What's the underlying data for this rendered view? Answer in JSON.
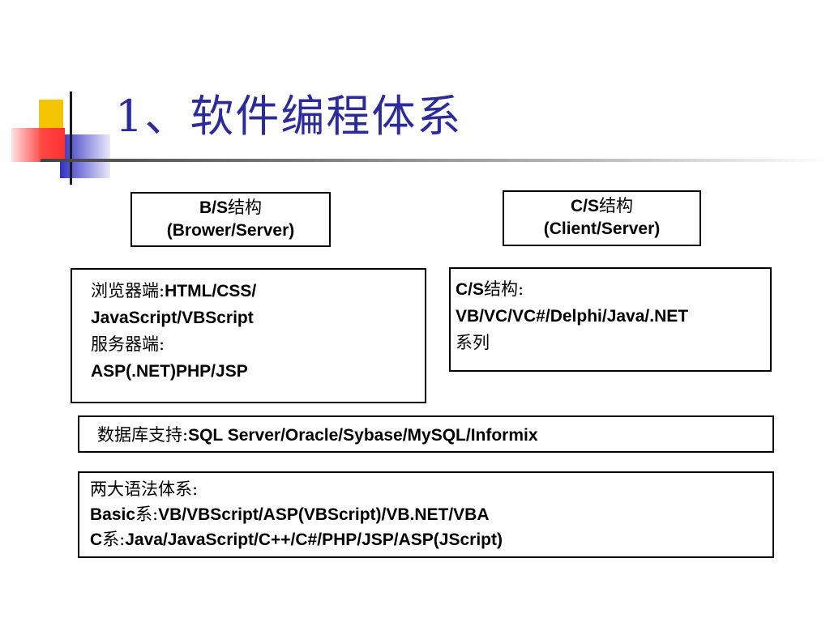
{
  "slide": {
    "title": "1、软件编程体系",
    "bs_header": {
      "line1_a": "B/S",
      "line1_b": "结构",
      "line2": "(Brower/Server)"
    },
    "cs_header": {
      "line1_a": "C/S",
      "line1_b": "结构",
      "line2": "(Client/Server)"
    },
    "bs_detail": {
      "browser_label": "浏览器端:",
      "browser_tech_1": "HTML/CSS/",
      "browser_tech_2": "JavaScript/VBScript",
      "server_label": "服务器端:",
      "server_tech": "ASP(.NET)PHP/JSP"
    },
    "cs_detail": {
      "label_a": "C/S",
      "label_b": "结构:",
      "tech": "VB/VC/VC#/Delphi/Java/.NET",
      "suffix": "系列"
    },
    "database": {
      "label": "数据库支持:",
      "list": "SQL Server/Oracle/Sybase/MySQL/Informix"
    },
    "syntax": {
      "heading": "两大语法体系:",
      "basic_a": "Basic",
      "basic_b": "系:",
      "basic_list": "VB/VBScript/ASP(VBScript)/VB.NET/VBA",
      "c_a": "C",
      "c_b": "系:",
      "c_list": "Java/JavaScript/C++/C#/PHP/JSP/ASP(JScript)"
    },
    "colors": {
      "title": "#2b2b9e",
      "yellow": "#f5c400",
      "blue": "#3434c8",
      "red": "#ff4a4a"
    }
  }
}
